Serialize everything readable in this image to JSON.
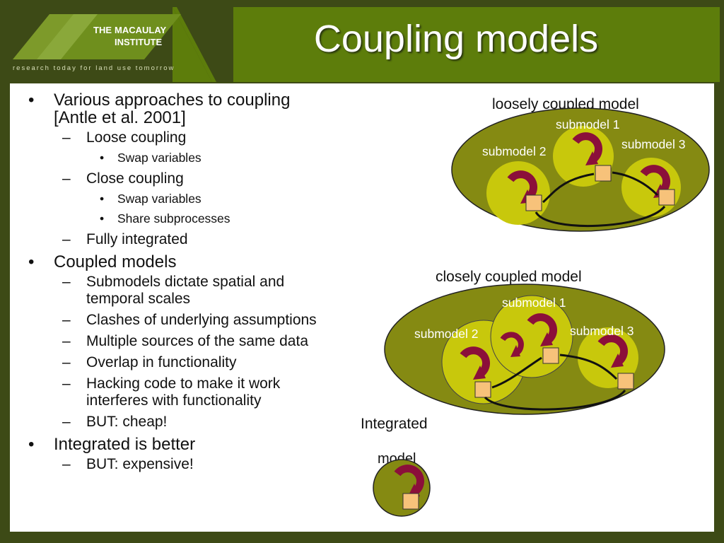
{
  "logo": {
    "the": "THE",
    "name_line1": "MACAULAY",
    "name_line2": "INSTITUTE",
    "tagline": "research today for land use tomorrow"
  },
  "title": "Coupling models",
  "bullets": [
    {
      "level": 1,
      "marker": "•",
      "lines": [
        "Various approaches to coupling",
        "[Antle et al. 2001]"
      ]
    },
    {
      "level": 2,
      "marker": "–",
      "lines": [
        "Loose coupling"
      ]
    },
    {
      "level": 3,
      "marker": "•",
      "lines": [
        "Swap variables"
      ]
    },
    {
      "level": 2,
      "marker": "–",
      "lines": [
        "Close coupling"
      ]
    },
    {
      "level": 3,
      "marker": "•",
      "lines": [
        "Swap variables"
      ]
    },
    {
      "level": 3,
      "marker": "•",
      "lines": [
        "Share subprocesses"
      ]
    },
    {
      "level": 2,
      "marker": "–",
      "lines": [
        "Fully integrated"
      ]
    },
    {
      "level": 1,
      "marker": "•",
      "lines": [
        "Coupled models"
      ]
    },
    {
      "level": 2,
      "marker": "–",
      "lines": [
        "Submodels dictate spatial and",
        "temporal scales"
      ]
    },
    {
      "level": 2,
      "marker": "–",
      "lines": [
        "Clashes of underlying assumptions"
      ]
    },
    {
      "level": 2,
      "marker": "–",
      "lines": [
        "Multiple sources of the same data"
      ]
    },
    {
      "level": 2,
      "marker": "–",
      "lines": [
        "Overlap in functionality"
      ]
    },
    {
      "level": 2,
      "marker": "–",
      "lines": [
        "Hacking code to make it work",
        "interferes with functionality"
      ]
    },
    {
      "level": 2,
      "marker": "–",
      "lines": [
        "BUT: cheap!"
      ]
    },
    {
      "level": 1,
      "marker": "•",
      "lines": [
        "Integrated is better"
      ]
    },
    {
      "level": 2,
      "marker": "–",
      "lines": [
        "BUT: expensive!"
      ]
    }
  ],
  "diagrams": {
    "loose": {
      "label": "loosely coupled model",
      "submodel1": "submodel 1",
      "submodel2": "submodel 2",
      "submodel3": "submodel 3"
    },
    "close": {
      "label": "closely coupled model",
      "submodel1": "submodel 1",
      "submodel2": "submodel 2",
      "submodel3": "submodel 3"
    },
    "integrated": {
      "label_line1": "Integrated",
      "label_line2": "model"
    }
  },
  "colors": {
    "frame": "#3d4a16",
    "title_band": "#5d7d0b",
    "outer_ellipse": "#858a12",
    "submodel_circle": "#c8c80c",
    "cycle_arrow": "#8b0f3a",
    "data_box": "#f7c27a"
  }
}
